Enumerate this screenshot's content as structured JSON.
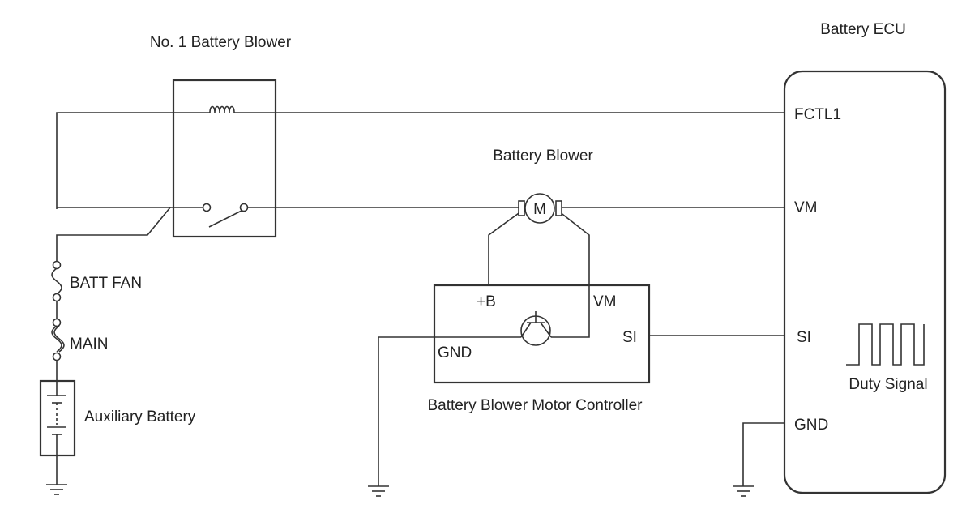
{
  "components": {
    "relay": {
      "title": "No. 1 Battery Blower"
    },
    "ecu": {
      "title": "Battery ECU",
      "terminals": [
        "FCTL1",
        "VM",
        "SI",
        "GND"
      ],
      "signal_label": "Duty Signal"
    },
    "blower": {
      "title": "Battery Blower",
      "motor_symbol": "M"
    },
    "controller": {
      "title": "Battery Blower Motor Controller",
      "terminals": [
        "+B",
        "VM",
        "GND",
        "SI"
      ]
    },
    "fuses": [
      "BATT FAN",
      "MAIN"
    ],
    "battery": {
      "title": "Auxiliary Battery"
    }
  }
}
